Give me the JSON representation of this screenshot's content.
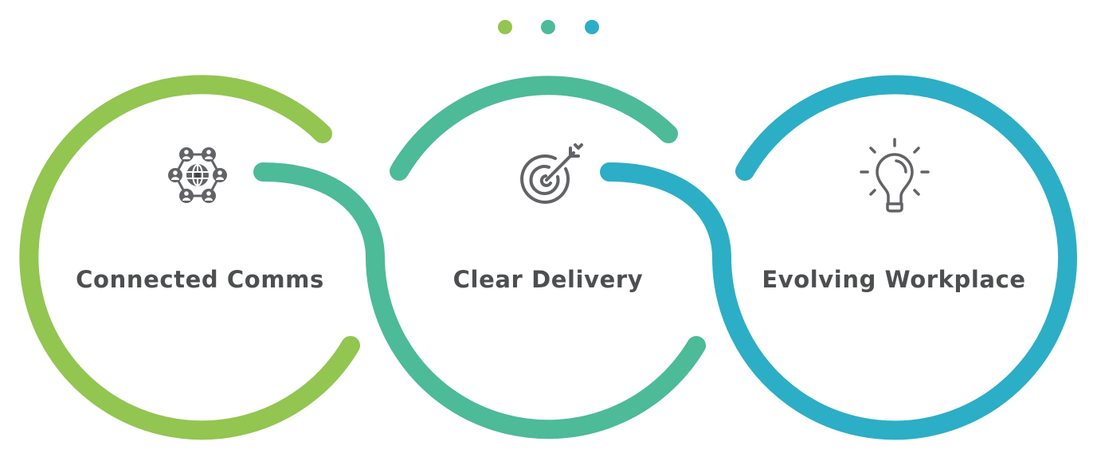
{
  "colors": {
    "green": "#93c551",
    "teal": "#4dba98",
    "blue": "#2caec6",
    "text": "#4d4e50",
    "icon": "#626366"
  },
  "indicator_dots": [
    {
      "name": "green-dot",
      "color": "#93c551"
    },
    {
      "name": "teal-dot",
      "color": "#4dba98"
    },
    {
      "name": "blue-dot",
      "color": "#2caec6"
    }
  ],
  "stages": [
    {
      "label": "Connected Comms",
      "icon": "network-globe-icon",
      "color": "#93c551"
    },
    {
      "label": "Clear Delivery",
      "icon": "target-arrow-icon",
      "color": "#4dba98"
    },
    {
      "label": "Evolving Workplace",
      "icon": "lightbulb-icon",
      "color": "#2caec6"
    }
  ]
}
